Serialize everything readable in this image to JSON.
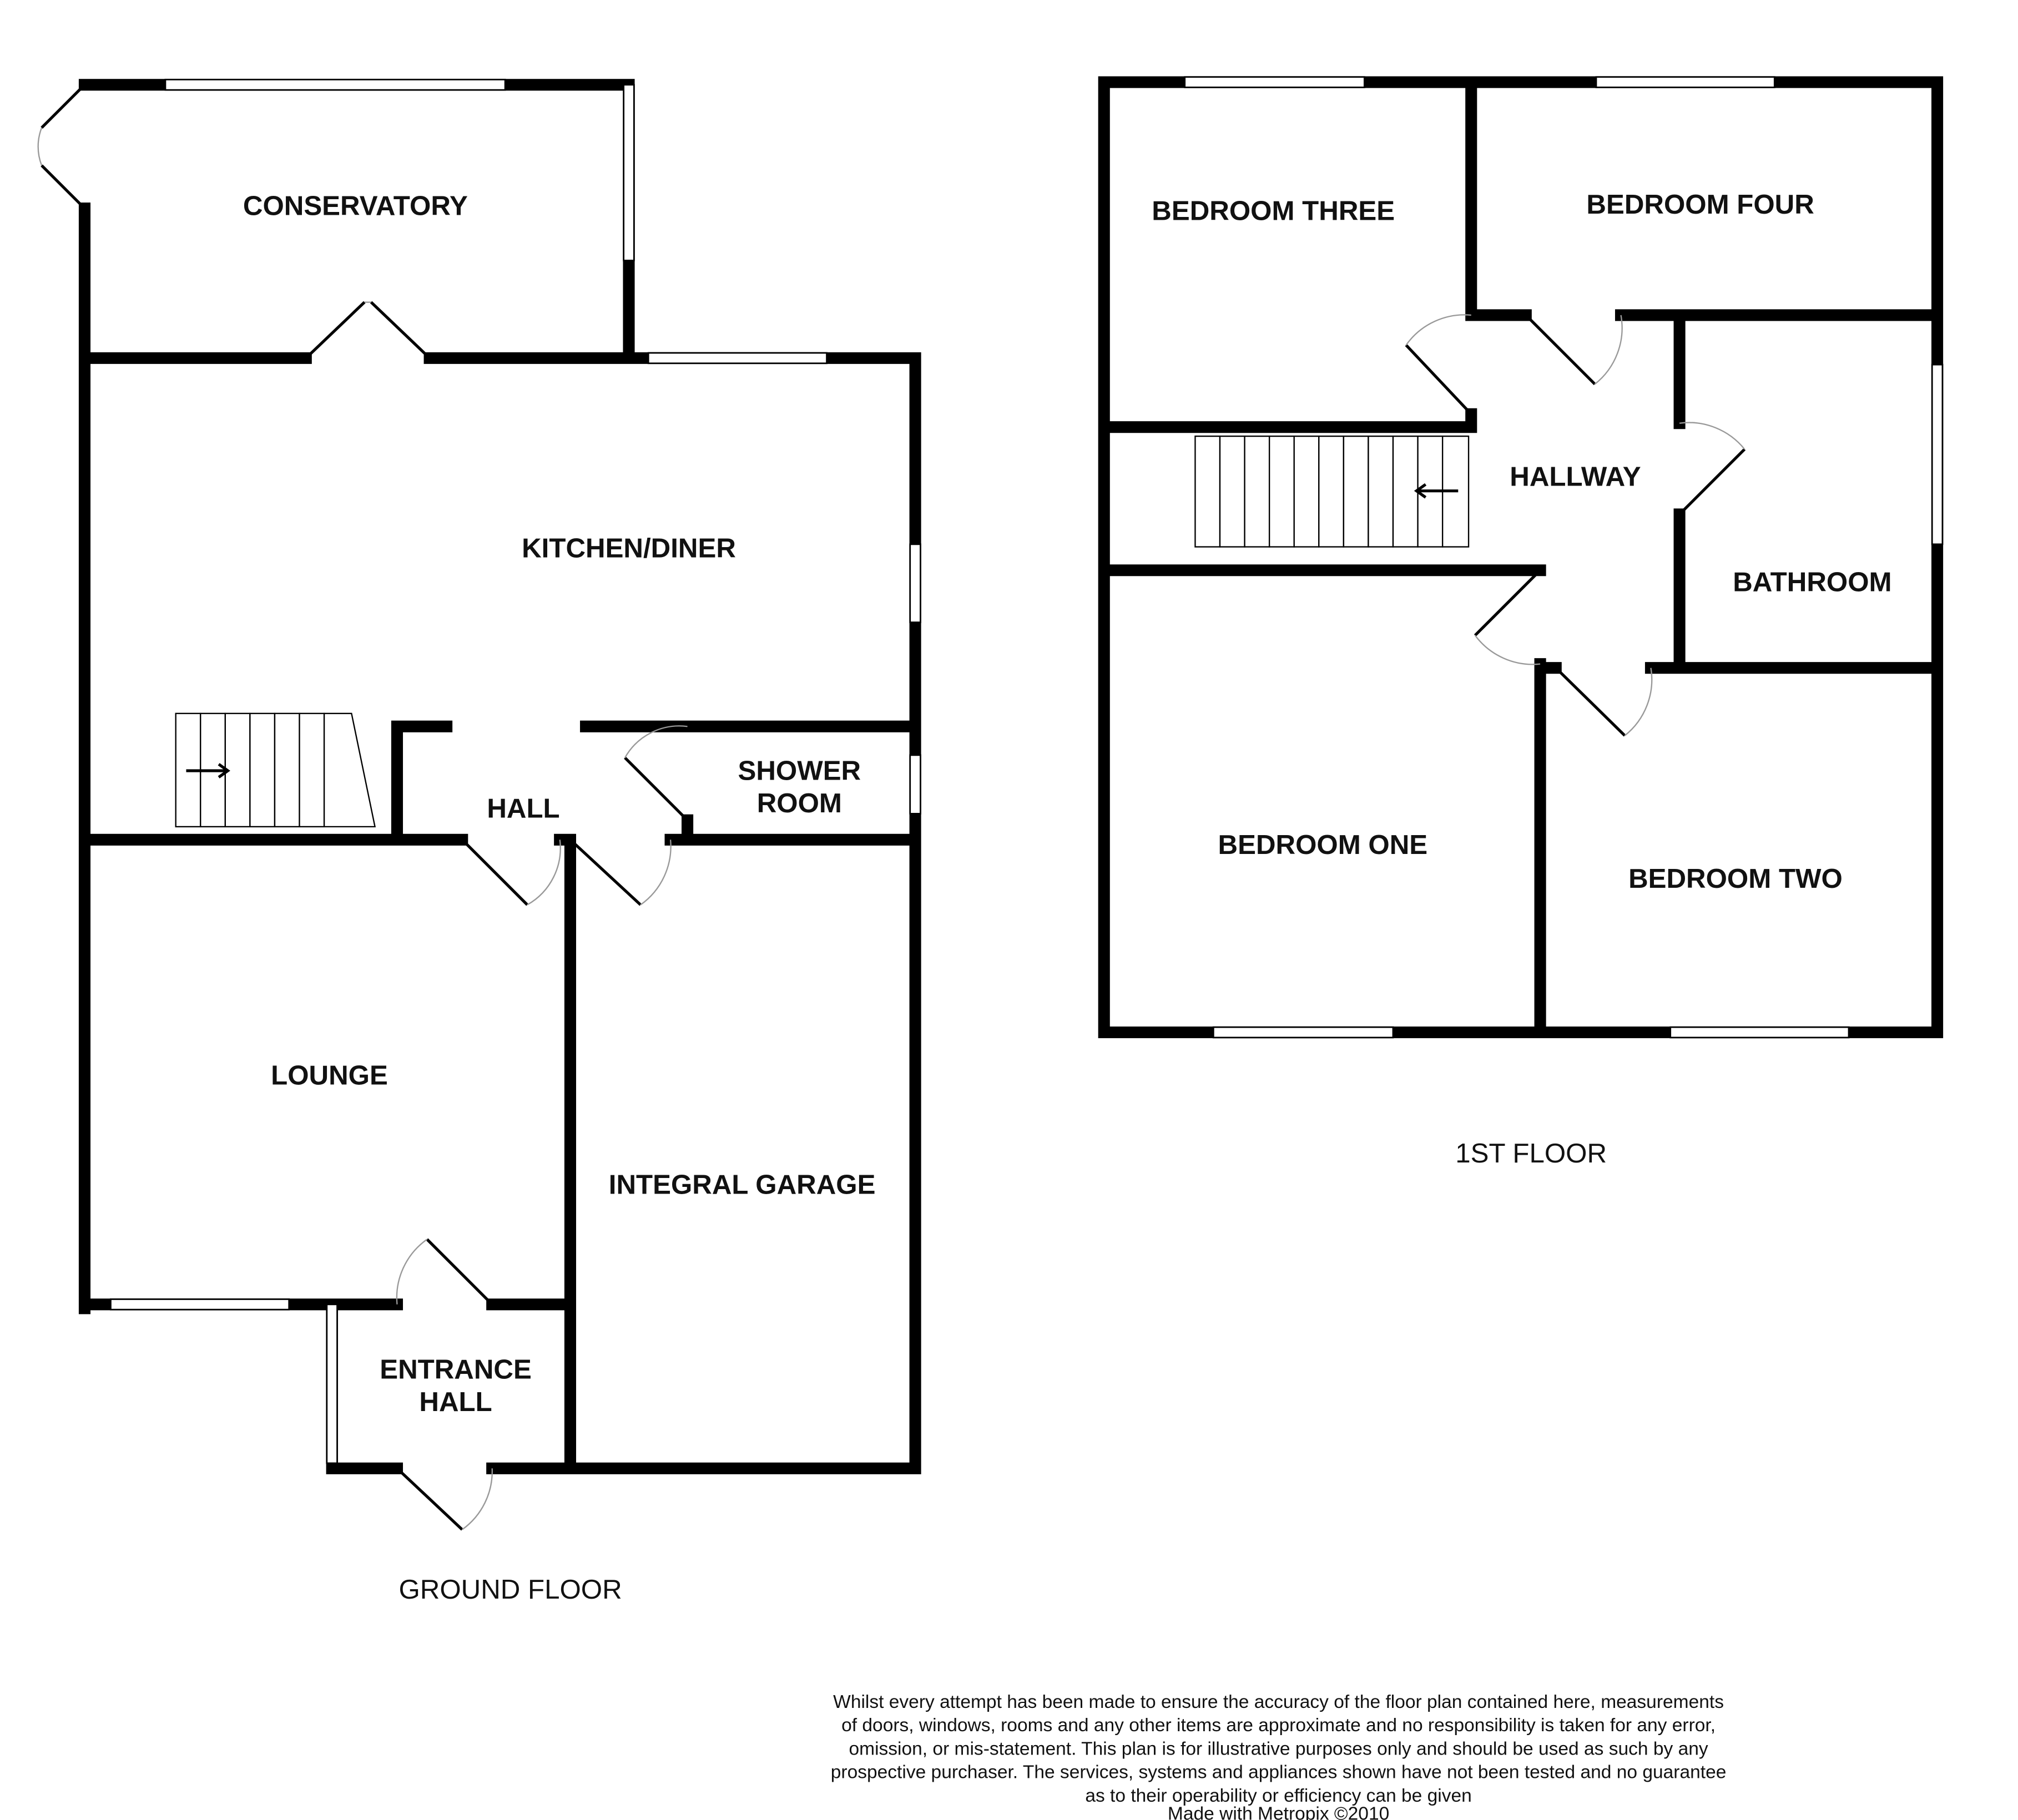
{
  "ground_floor": {
    "title": "GROUND FLOOR",
    "rooms": {
      "conservatory": "CONSERVATORY",
      "kitchen": "KITCHEN/DINER",
      "hall": "HALL",
      "shower_1": "SHOWER",
      "shower_2": "ROOM",
      "lounge": "LOUNGE",
      "garage": "INTEGRAL GARAGE",
      "entrance_1": "ENTRANCE",
      "entrance_2": "HALL"
    }
  },
  "first_floor": {
    "title": "1ST FLOOR",
    "rooms": {
      "bedroom_three": "BEDROOM THREE",
      "bedroom_four": "BEDROOM FOUR",
      "hallway": "HALLWAY",
      "bathroom": "BATHROOM",
      "bedroom_one": "BEDROOM ONE",
      "bedroom_two": "BEDROOM TWO"
    }
  },
  "disclaimer": [
    "Whilst every attempt has been made to ensure the accuracy of the floor plan contained here, measurements",
    "of doors, windows, rooms and any other items are approximate and no responsibility is taken for any error,",
    "omission, or mis-statement. This plan is for illustrative purposes only and should be used as such by any",
    "prospective purchaser. The services, systems and appliances shown have not been tested and no guarantee",
    "as to their operability or efficiency can be given",
    "Made with Metropix ©2010"
  ]
}
